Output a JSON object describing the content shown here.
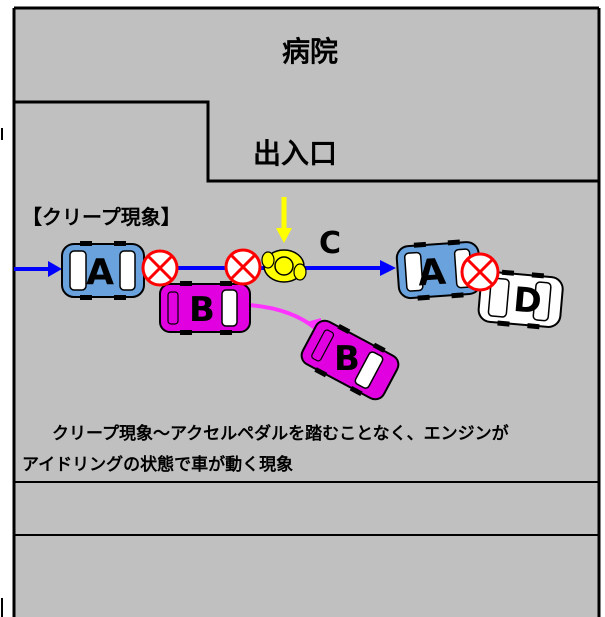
{
  "labels": {
    "hospital": "病院",
    "entrance": "出入口",
    "creep_title": "【クリープ現象】",
    "pedestrian": "C",
    "description_line1": "クリープ現象～アクセルペダルを踏むことなく、エンジンが",
    "description_line2": "アイドリングの状態で車が動く現象"
  },
  "cars": {
    "a1": "A",
    "a2": "A",
    "b1": "B",
    "b2": "B",
    "d": "D"
  },
  "colors": {
    "background": "#c0c0c0",
    "car_a": "#6aa2dd",
    "car_b": "#e000e0",
    "car_d": "#ffffff",
    "pedestrian": "#ffff00",
    "path_arrow": "#0000ff",
    "b_arrow": "#ff33ff",
    "c_arrow": "#ffff00",
    "collision": "#ff0000"
  }
}
